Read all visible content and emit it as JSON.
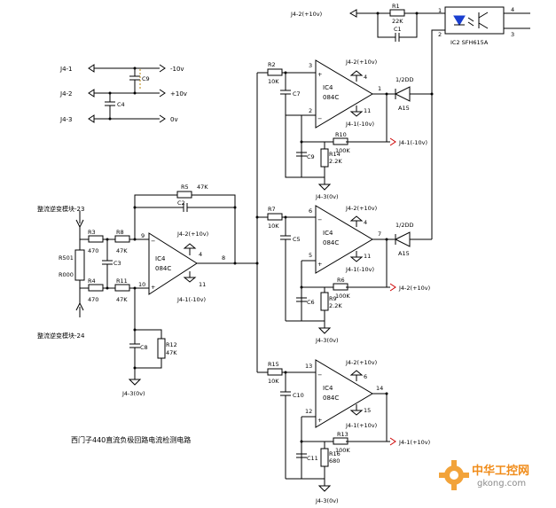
{
  "caption": "西门子440直流负极回路电流检测电路",
  "left_port": {
    "top": "整流逆变模块-23",
    "bottom": "整流逆变模块-24",
    "R501": "R501",
    "R000": "R000"
  },
  "supply": {
    "J41": "J4-1",
    "J42": "J4-2",
    "J43": "J4-3",
    "neg10": "-10v",
    "pos10": "+10v",
    "zero": "0v",
    "C9": "C9",
    "C4": "C4"
  },
  "amp1": {
    "chip": "IC4",
    "part": "084C",
    "vplus": "J4-2(+10v)",
    "vminus": "J4-1(-10v)",
    "gnd": "J4-3(0v)",
    "pin4": "4",
    "pin11": "11",
    "pin9": "9",
    "pin10": "10",
    "pin8": "8",
    "R3": "R3",
    "R3v": "470",
    "R4": "R4",
    "R4v": "470",
    "R8": "R8",
    "R8v": "47K",
    "R11": "R11",
    "R11v": "47K",
    "R5": "R5",
    "R5v": "47K",
    "C2": "C2",
    "C3": "C3",
    "C8": "C8",
    "R12": "R12",
    "R12v": "47K"
  },
  "amp2": {
    "chip": "IC4",
    "part": "084C",
    "vplus": "J4-2(+10v)",
    "vminus": "J4-1(-10v)",
    "gnd": "J4-3(0v)",
    "pin3": "3",
    "pin2": "2",
    "pin1": "1",
    "pin4": "4",
    "pin11": "11",
    "R2": "R2",
    "R2v": "10K",
    "C7": "C7",
    "R10": "R10",
    "R10v": "100K",
    "R14": "R14",
    "R14v": "2.2K",
    "C9": "C9",
    "out": "J4-1(-10v)",
    "diode": "1/2DD",
    "diode_ref": "A15"
  },
  "amp3": {
    "chip": "IC4",
    "part": "084C",
    "vplus": "J4-2(+10v)",
    "vminus": "J4-1(-10v)",
    "gnd": "J4-3(0v)",
    "pin6": "6",
    "pin5": "5",
    "pin7": "7",
    "pin4": "4",
    "pin11": "11",
    "R7": "R7",
    "R7v": "10K",
    "C5": "C5",
    "R6": "R6",
    "R6v": "100K",
    "R9": "R9",
    "R9v": "2.2K",
    "C6": "C6",
    "out": "J4-2(+10v)",
    "diode": "1/2DD",
    "diode_ref": "A15"
  },
  "amp4": {
    "chip": "IC4",
    "part": "084C",
    "vplus": "J4-2(+10v)",
    "vminus": "J4-1(+10v)",
    "gnd": "J4-3(0v)",
    "pin13": "13",
    "pin12": "12",
    "pin14": "14",
    "pin6": "6",
    "pin15": "15",
    "R15": "R15",
    "R15v": "10K",
    "C10": "C10",
    "R13": "R13",
    "R13v": "100K",
    "R16": "R16",
    "R16v": "680",
    "C11": "C11",
    "out": "J4-1(+10v)"
  },
  "opto": {
    "supply": "J4-2(+10v)",
    "R1": "R1",
    "R1v": "22K",
    "C1": "C1",
    "label": "IC2  SFH615A",
    "pin1": "1",
    "pin2": "2",
    "pin3": "3",
    "pin4": "4"
  },
  "watermark": {
    "text": "中华工控网",
    "url": "gkong.com"
  }
}
